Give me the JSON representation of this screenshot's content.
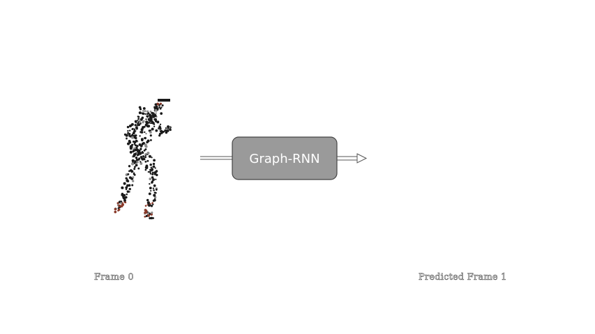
{
  "diagram": {
    "process_box": {
      "label": "Graph-RNN"
    },
    "input_frame": {
      "caption": "Frame 0"
    },
    "output_frame": {
      "caption": "Predicted Frame  1"
    }
  },
  "colors": {
    "box_fill": "#9a9a9a",
    "box_border": "#444444",
    "point_dark": "#1a1a1a",
    "point_red": "#8a3a2a",
    "point_grey": "#8c8c8c"
  },
  "icons": {
    "input": "running-person-point-cloud",
    "arrows": "hollow-arrow-right"
  }
}
